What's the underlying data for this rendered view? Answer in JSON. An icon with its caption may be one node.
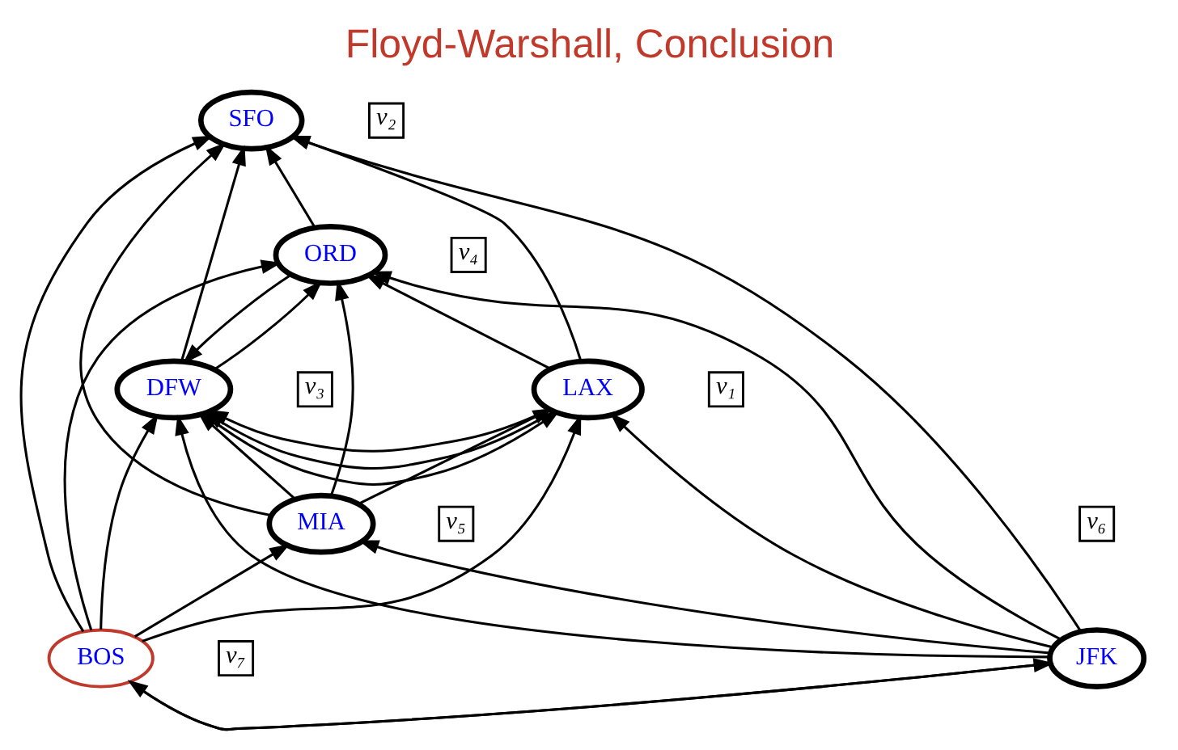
{
  "diagram": {
    "title": "Floyd-Warshall, Conclusion",
    "nodes": [
      {
        "text": [
          "LAX"
        ],
        "beside": [
          "v₁"
        ]
      },
      {
        "text": [
          "SFO"
        ],
        "beside": [
          "v₂"
        ]
      },
      {
        "text": [
          "DFW"
        ],
        "beside": [
          "v₃"
        ]
      },
      {
        "text": [
          "ORD"
        ],
        "beside": [
          "v₄"
        ]
      },
      {
        "text": [
          "MIA"
        ],
        "beside": [
          "v₅"
        ]
      },
      {
        "text": [
          "JFK"
        ],
        "beside": [
          "v₆"
        ]
      },
      {
        "text": [
          "BOS"
        ],
        "beside": [
          "v₇"
        ]
      }
    ],
    "edges": [
      {
        "from": 0,
        "to": 1,
        "arrow": "to"
      },
      {
        "from": 0,
        "to": 2,
        "arrow": "to"
      },
      {
        "from": 2,
        "to": 0,
        "arrow": "to"
      },
      {
        "from": 2,
        "to": 1,
        "arrow": "to"
      },
      {
        "from": 2,
        "to": 3,
        "arrow": "to"
      },
      {
        "from": 3,
        "to": 2,
        "arrow": "to"
      },
      {
        "from": 0,
        "to": 3,
        "arrow": "to"
      },
      {
        "from": 3,
        "to": 1,
        "arrow": "to"
      },
      {
        "from": 5,
        "to": 1,
        "arrow": "to"
      },
      {
        "from": 6,
        "to": 1,
        "arrow": "to"
      },
      {
        "from": 6,
        "to": 3,
        "arrow": "to"
      },
      {
        "from": 6,
        "to": 5,
        "arrow": "to"
      },
      {
        "from": 5,
        "to": 6,
        "arrow": "to"
      },
      {
        "from": 5,
        "to": 3,
        "arrow": "to"
      },
      {
        "from": 6,
        "to": 2,
        "arrow": "to"
      },
      {
        "from": 5,
        "to": 2,
        "arrow": "to"
      },
      {
        "from": 5,
        "to": 0,
        "arrow": "to"
      },
      {
        "from": 5,
        "to": 4,
        "arrow": "to"
      },
      {
        "from": 6,
        "to": 4,
        "arrow": "to"
      },
      {
        "from": 6,
        "to": 0,
        "arrow": "to"
      },
      {
        "from": 4,
        "to": 2,
        "arrow": "to"
      },
      {
        "from": 4,
        "to": 0,
        "arrow": "to"
      },
      {
        "from": 4,
        "to": 3,
        "arrow": "to"
      },
      {
        "from": 4,
        "to": 1,
        "arrow": "to"
      }
    ]
  }
}
